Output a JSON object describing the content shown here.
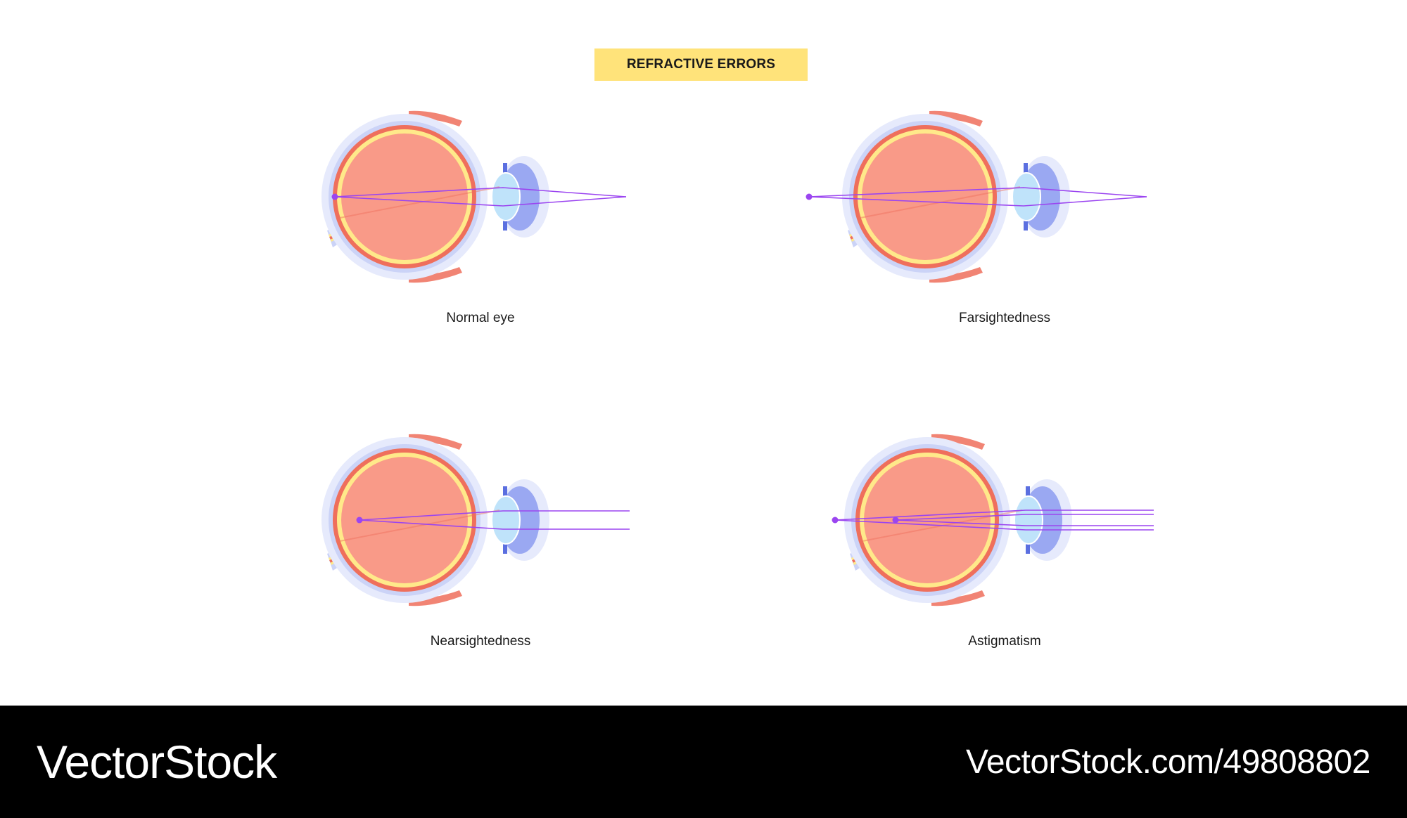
{
  "title": "REFRACTIVE ERRORS",
  "colors": {
    "title_bg": "#FFE37A",
    "sclera_outer": "#E6EAFC",
    "sclera_mid": "#CBD3F7",
    "choroid": "#EF6F5C",
    "retina": "#FFE98A",
    "vitreous": "#F99A88",
    "lens": "#BFE3FA",
    "cornea": "#9AA8F2",
    "iris": "#5B6FE0",
    "ray": "#9B45F0",
    "nerve": "#FFE98A",
    "footer_bg": "#000000"
  },
  "panels": [
    {
      "id": "normal",
      "caption": "Normal eye"
    },
    {
      "id": "farsighted",
      "caption": "Farsightedness"
    },
    {
      "id": "nearsighted",
      "caption": "Nearsightedness"
    },
    {
      "id": "astigmatism",
      "caption": "Astigmatism"
    }
  ],
  "footer": {
    "brand": "VectorStock",
    "url": "VectorStock.com/49808802"
  }
}
